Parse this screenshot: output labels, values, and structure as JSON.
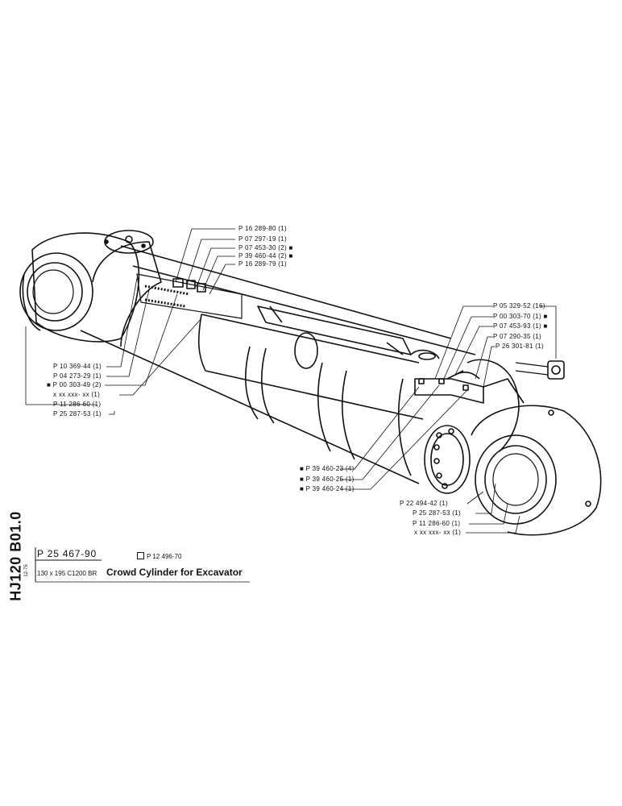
{
  "drawing_code": "HJ120 B01.0",
  "date_code": "12-75",
  "part_number": "P 25 467-90",
  "alt_part_number": "P 12 496-70",
  "spec": "130 x 195 C1200 BR",
  "title": "Crowd Cylinder for Excavator",
  "callouts": {
    "c1": "P 16 289-80 (1)",
    "c2": "P 07 297-19 (1)",
    "c3": "P 07 453-30 (2) ■",
    "c4": "P 39 460-44 (2) ■",
    "c5": "P 16 289-79 (1)",
    "c6": "P 10 369-44 (1)",
    "c7": "P 04 273-29 (1)",
    "c8": "■ P 00 303-49 (2)",
    "c9": "x xx xxx- xx (1)",
    "c10": "P 11 286-60 (1)",
    "c11": "P 25 287-53 (1)",
    "c12": "P 05 329-52 (16)",
    "c13": "P 00 303-70 (1) ■",
    "c14": "P 07 453-93 (1) ■",
    "c15": "P 07 290-35 (1)",
    "c16": "P 26 301-81 (1)",
    "c17": "■ P 39 460-23 (4)",
    "c18": "■ P 39 460-25 (1)",
    "c19": "■ P 39 460-24 (1)",
    "c20": "P 22 494-42 (1)",
    "c21": "P 25 287-53 (1)",
    "c22": "P 11 286-60 (1)",
    "c23": "x xx xxx- xx (1)"
  }
}
